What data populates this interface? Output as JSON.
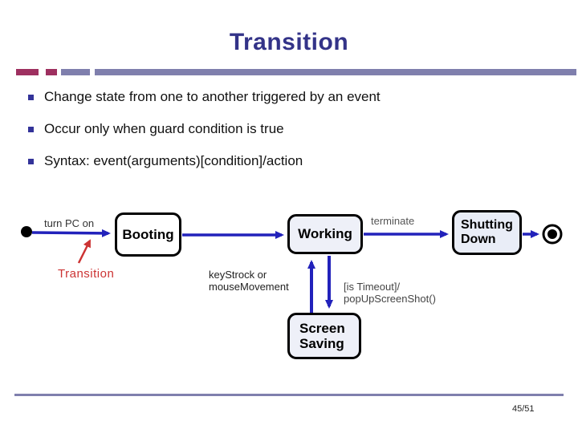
{
  "slide": {
    "title": "Transition",
    "page_number": "45/51",
    "bullets": [
      "Change state from one to another triggered by an event",
      "Occur only when guard condition is true",
      "Syntax: event(arguments)[condition]/action"
    ]
  },
  "diagram": {
    "states": {
      "booting": "Booting",
      "working": "Working",
      "shutting_down": "Shutting Down",
      "screen_saving": "Screen Saving"
    },
    "labels": {
      "turn_pc_on": "turn PC on",
      "terminate": "terminate",
      "key_line1": "keyStrock or",
      "key_line2": "mouseMovement",
      "timeout_line1": "[is Timeout]/",
      "timeout_line2": "popUpScreenShot()",
      "annotation": "Transition"
    }
  },
  "colors": {
    "title_navy": "#333388",
    "arrow_blue": "#2222bb",
    "annotation_red": "#cc3333",
    "bar_maroon": "#9e3060",
    "bar_blue_gray": "#7f7fad",
    "state_fill": "#eef0f8"
  }
}
